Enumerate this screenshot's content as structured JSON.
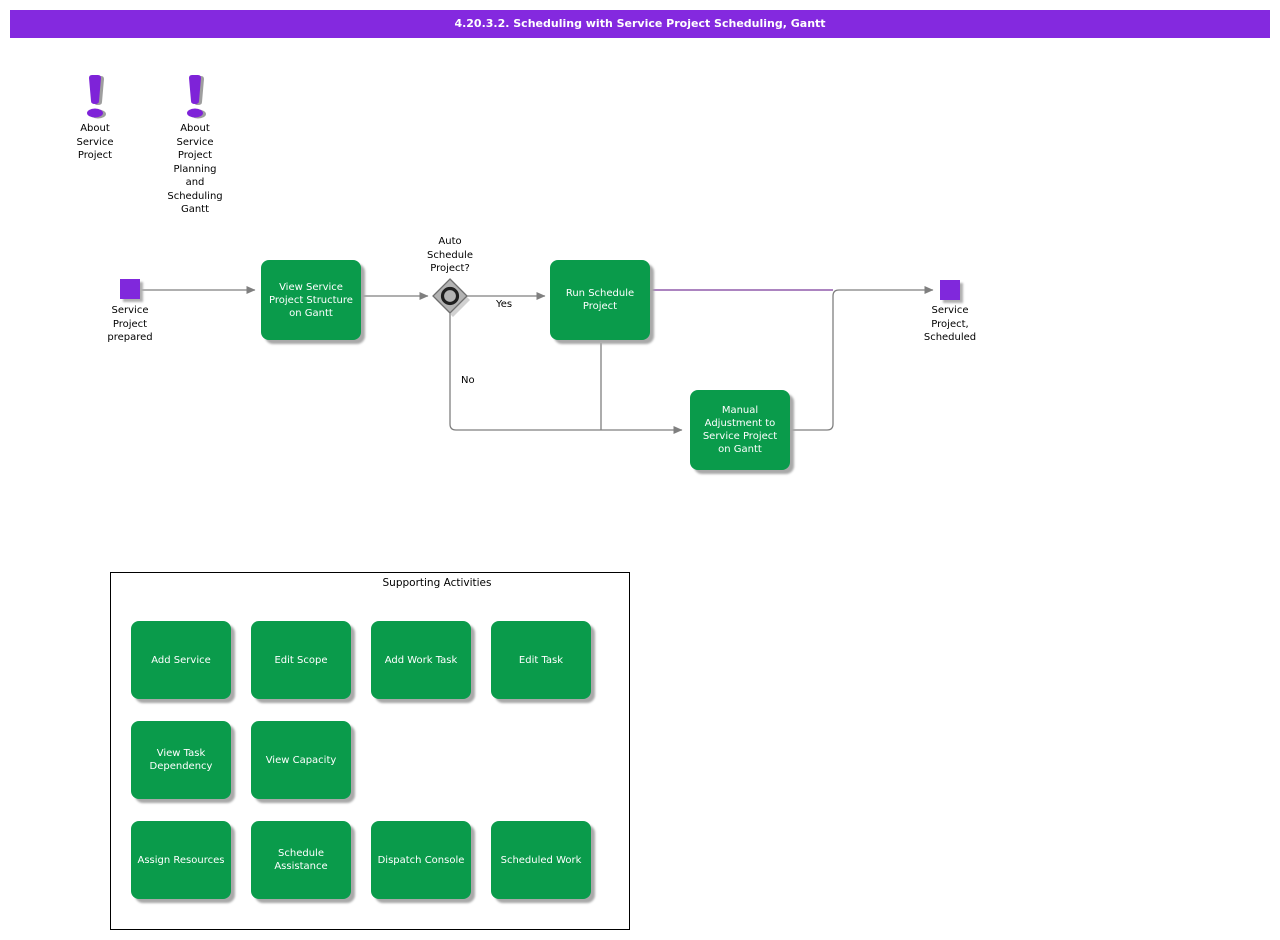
{
  "header": {
    "title": "4.20.3.2. Scheduling with Service Project Scheduling, Gantt"
  },
  "colors": {
    "header_purple": "#8429df",
    "event_purple": "#8028dc",
    "task_green": "#0a9b4b",
    "connector_gray": "#7f7f7f",
    "connector_purple": "#7a3a9a",
    "diamond_gray": "#b3b3b3"
  },
  "info_links": [
    {
      "icon": "exclamation-icon",
      "label": "About\nService\nProject"
    },
    {
      "icon": "exclamation-icon",
      "label": "About\nService\nProject\nPlanning\nand\nScheduling\nGantt"
    }
  ],
  "flow": {
    "start": {
      "label": "Service\nProject\nprepared"
    },
    "task_view": {
      "label": "View Service Project Structure on Gantt"
    },
    "decision": {
      "label": "Auto\nSchedule\nProject?",
      "yes": "Yes",
      "no": "No"
    },
    "task_run": {
      "label": "Run Schedule Project"
    },
    "task_manual": {
      "label": "Manual Adjustment to Service Project on Gantt"
    },
    "end": {
      "label": "Service\nProject,\nScheduled"
    }
  },
  "supporting": {
    "title": "Supporting Activities",
    "buttons": [
      "Add Service",
      "Edit Scope",
      "Add Work Task",
      "Edit Task",
      "View Task Dependency",
      "View Capacity",
      "Assign Resources",
      "Schedule Assistance",
      "Dispatch Console",
      "Scheduled Work"
    ]
  }
}
